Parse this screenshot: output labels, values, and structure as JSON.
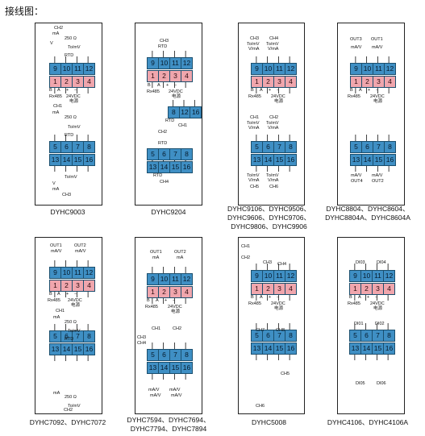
{
  "title": "接线图：",
  "panels": [
    {
      "id": "dyhc9003",
      "caption": [
        "DYHC9003"
      ],
      "rows": [
        {
          "cells": [
            "9",
            "10",
            "11",
            "12"
          ]
        },
        {
          "cells": [
            "1",
            "2",
            "3",
            "4"
          ]
        },
        {
          "cells": [
            "5",
            "6",
            "7",
            "8"
          ]
        },
        {
          "cells": [
            "13",
            "14",
            "15",
            "16"
          ]
        }
      ],
      "labels": [
        "CH2",
        "mA",
        "V",
        "250 Ω",
        "To/mV",
        "RTD",
        "B",
        "A",
        "+",
        "−",
        "Rx485",
        "24VDC",
        "电源",
        "CH1",
        "mA",
        "250 Ω",
        "To/mV",
        "RTD",
        "To/mV",
        "V",
        "mA",
        "CH3"
      ]
    },
    {
      "id": "dyhc9204",
      "caption": [
        "DYHC9204"
      ],
      "rows": [
        {
          "cells": [
            "9",
            "10",
            "11",
            "12"
          ]
        },
        {
          "cells": [
            "1",
            "2",
            "3",
            "4"
          ]
        },
        {
          "cells": [
            "8",
            "12",
            "16"
          ]
        },
        {
          "cells": [
            "5",
            "6",
            "7",
            "8"
          ]
        },
        {
          "cells": [
            "13",
            "14",
            "15",
            "16"
          ]
        }
      ],
      "labels": [
        "CH3",
        "RTD",
        "B",
        "A",
        "+",
        "−",
        "Rx485",
        "24VDC",
        "电源",
        "RTD",
        "CH1",
        "CH2",
        "RTD",
        "RTD",
        "CH4"
      ]
    },
    {
      "id": "dyhc9106",
      "caption": [
        "DYHC9106、DYHC9506、",
        "DYHC9606、DYHC9706、",
        "DYHC9806、DYHC9906"
      ],
      "rows": [
        {
          "cells": [
            "9",
            "10",
            "11",
            "12"
          ]
        },
        {
          "cells": [
            "1",
            "2",
            "3",
            "4"
          ]
        },
        {
          "cells": [
            "5",
            "6",
            "7",
            "8"
          ]
        },
        {
          "cells": [
            "13",
            "14",
            "15",
            "16"
          ]
        }
      ],
      "labels": [
        "CH3",
        "CH4",
        "To/mV",
        "To/mV",
        "V/mA",
        "V/mA",
        "B",
        "A",
        "+",
        "−",
        "Rx485",
        "24VDC",
        "电源",
        "CH1",
        "CH2",
        "To/mV",
        "To/mV",
        "V/mA",
        "V/mA",
        "To/mV",
        "To/mV",
        "V/mA",
        "V/mA",
        "CH5",
        "CH6"
      ]
    },
    {
      "id": "dyhc8804",
      "caption": [
        "DYHC8804、DYHC8604、",
        "DYHC8804A、DYHC8604A"
      ],
      "rows": [
        {
          "cells": [
            "9",
            "10",
            "11",
            "12"
          ]
        },
        {
          "cells": [
            "1",
            "2",
            "3",
            "4"
          ]
        },
        {
          "cells": [
            "5",
            "6",
            "7",
            "8"
          ]
        },
        {
          "cells": [
            "13",
            "14",
            "15",
            "16"
          ]
        }
      ],
      "labels": [
        "OUT3",
        "OUT1",
        "mA/V",
        "mA/V",
        "B",
        "A",
        "+",
        "−",
        "Rx485",
        "24VDC",
        "电源",
        "mA/V",
        "mA/V",
        "OUT4",
        "OUT2"
      ]
    },
    {
      "id": "dyhc7092",
      "caption": [
        "DYHC7092、DYHC7072"
      ],
      "rows": [
        {
          "cells": [
            "9",
            "10",
            "11",
            "12"
          ]
        },
        {
          "cells": [
            "1",
            "2",
            "3",
            "4"
          ]
        },
        {
          "cells": [
            "5",
            "6",
            "7",
            "8"
          ]
        },
        {
          "cells": [
            "13",
            "14",
            "15",
            "16"
          ]
        }
      ],
      "labels": [
        "OUT1",
        "OUT2",
        "mA/V",
        "mA/V",
        "B",
        "A",
        "+",
        "−",
        "Rx485",
        "24VDC",
        "电源",
        "CH1",
        "mA",
        "250 Ω",
        "To/mV",
        "RTD",
        "mA",
        "250 Ω",
        "To/mV",
        "CH2"
      ]
    },
    {
      "id": "dyhc7594",
      "caption": [
        "DYHC7594、DYHC7694、",
        "DYHC7794、DYHC7894"
      ],
      "rows": [
        {
          "cells": [
            "9",
            "10",
            "11",
            "12"
          ]
        },
        {
          "cells": [
            "1",
            "2",
            "3",
            "4"
          ]
        },
        {
          "cells": [
            "5",
            "6",
            "7",
            "8"
          ]
        },
        {
          "cells": [
            "13",
            "14",
            "15",
            "16"
          ]
        }
      ],
      "labels": [
        "OUT1",
        "OUT2",
        "mA",
        "mA",
        "B",
        "A",
        "+",
        "−",
        "Rx485",
        "24VDC",
        "电源",
        "CH1",
        "CH2",
        "mA/V",
        "mA/V",
        "mA/V",
        "mA/V",
        "CH3",
        "CH4"
      ]
    },
    {
      "id": "dyhc5008",
      "caption": [
        "DYHC5008"
      ],
      "rows": [
        {
          "cells": [
            "9",
            "10",
            "11",
            "12"
          ]
        },
        {
          "cells": [
            "1",
            "2",
            "3",
            "4"
          ]
        },
        {
          "cells": [
            "5",
            "6",
            "7",
            "8"
          ]
        },
        {
          "cells": [
            "13",
            "14",
            "15",
            "16"
          ]
        }
      ],
      "labels": [
        "CH1",
        "CH2",
        "CH3",
        "CH4",
        "B",
        "A",
        "+",
        "−",
        "Rx485",
        "24VDC",
        "电源",
        "CH7",
        "CH8",
        "CH5",
        "CH6"
      ]
    },
    {
      "id": "dyhc4106",
      "caption": [
        "DYHC4106、DYHC4106A"
      ],
      "rows": [
        {
          "cells": [
            "9",
            "10",
            "11",
            "12"
          ]
        },
        {
          "cells": [
            "1",
            "2",
            "3",
            "4"
          ]
        },
        {
          "cells": [
            "5",
            "6",
            "7",
            "8"
          ]
        },
        {
          "cells": [
            "13",
            "14",
            "15",
            "16"
          ]
        }
      ],
      "labels": [
        "DI03",
        "DI04",
        "B",
        "A",
        "+",
        "−",
        "Rx485",
        "24VDC",
        "电源",
        "DI01",
        "DI02",
        "DI05",
        "DI06"
      ]
    }
  ],
  "colors": {
    "term_blue": "#3f8fc4",
    "term_pink": "#f0a6ad"
  }
}
